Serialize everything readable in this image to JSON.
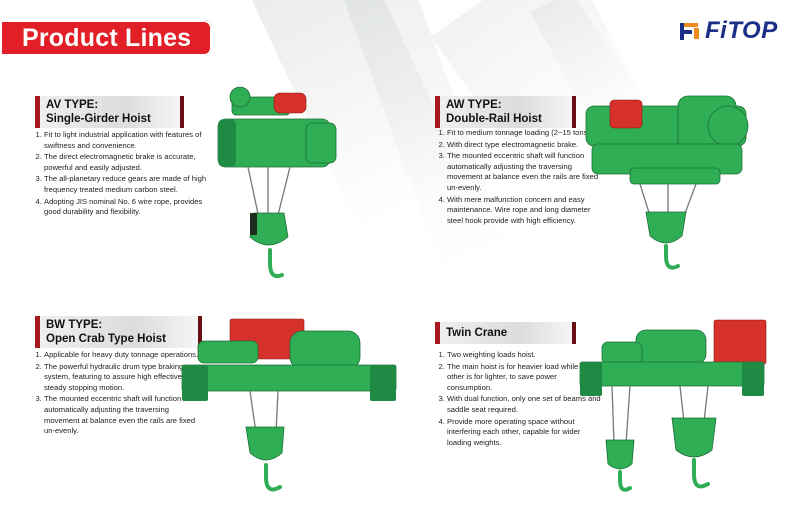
{
  "header": {
    "title": "Product Lines"
  },
  "logo": {
    "text": "FiTOP"
  },
  "sections": [
    {
      "type_label": "AV TYPE:",
      "name": "Single-Girder Hoist",
      "features": [
        "Fit to light industrial application with features of swiftness and convenience.",
        "The direct electromagnetic brake is accurate, powerful and easily adjusted.",
        "The all-planetary reduce gears are made of high frequency treated medium carbon steel.",
        "Adopting JIS nominal No. 6 wire rope, provides good durability and flexibility."
      ]
    },
    {
      "type_label": "AW TYPE:",
      "name": "Double-Rail Hoist",
      "features": [
        "Fit to medium tonnage loading (2~15 tons).",
        "With direct type electromagnetic brake.",
        "The mounted eccentric shaft will function automatically adjusting the traversing movement at balance even the rails are fixed un-evenly.",
        "With mere malfunction concern and easy maintenance. Wire rope and long diameter steel hook provide with high efficiency."
      ]
    },
    {
      "type_label": "BW TYPE:",
      "name": "Open Crab Type Hoist",
      "features": [
        "Applicable for heavy duty tonnage operations.",
        "The powerful hydraulic drum type braking system, featuring to assure high effectiveness, steady stopping motion.",
        "The mounted eccentric shaft will function automatically adjusting the traversing movement at balance even the rails are fixed un-evenly."
      ]
    },
    {
      "type_label": "",
      "name": "Twin Crane",
      "features": [
        "Two weighting loads hoist.",
        "The main hoist is for heavier load while the other is for lighter, to save power consumption.",
        "With dual function, only one set of beams and saddle seat required.",
        "Provide more operating space without interfering each other, capable for wider loading weights."
      ]
    }
  ],
  "colors": {
    "header_red": "#e21f26",
    "hoist_green": "#2fae55",
    "logo_blue": "#1b2f86",
    "accent_dark_red": "#a61a1f"
  }
}
